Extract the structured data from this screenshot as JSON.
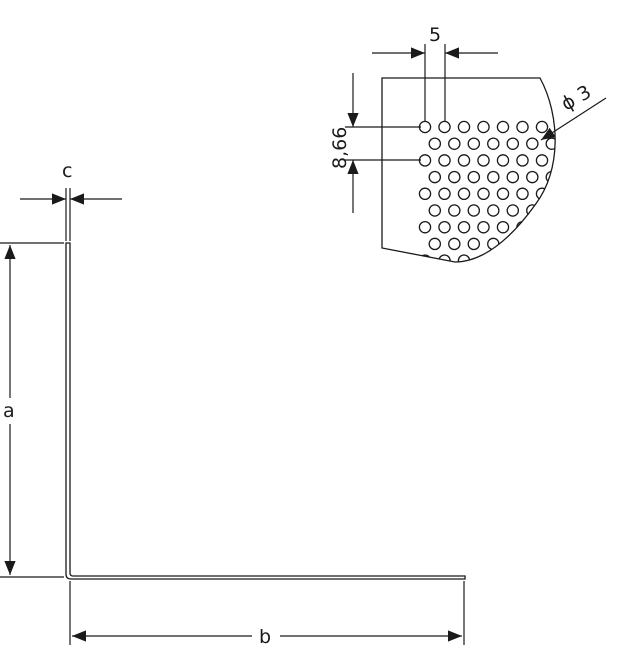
{
  "angle_profile": {
    "labels": {
      "leg_height": "a",
      "leg_width": "b",
      "thickness": "c"
    }
  },
  "perforation_detail": {
    "labels": {
      "hole_pitch": "5",
      "row_pitch": "8,66",
      "hole_diameter": "ϕ 3"
    }
  }
}
